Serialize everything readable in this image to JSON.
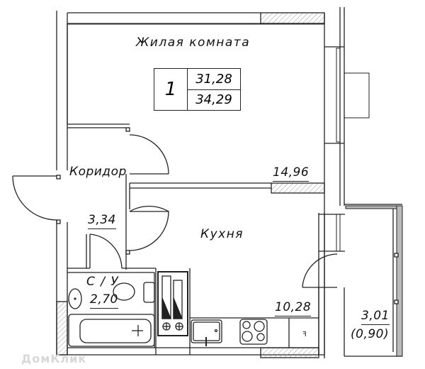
{
  "plan": {
    "apartment_number": "1",
    "living_area": "31,28",
    "total_area": "34,29",
    "watermark": "ДомКлик"
  },
  "rooms": {
    "living_room": {
      "label": "Жилая комната",
      "area": "14,96"
    },
    "corridor": {
      "label": "Коридор",
      "area": "3,34"
    },
    "kitchen": {
      "label": "Кухня",
      "area": "10,28"
    },
    "bathroom": {
      "label": "С / У",
      "area": "2,70"
    },
    "balcony": {
      "area": "3,01",
      "reduced_area": "(0,90)"
    }
  },
  "colors": {
    "line": "#222222",
    "hatch": "#9a9a9a",
    "background": "#ffffff"
  }
}
